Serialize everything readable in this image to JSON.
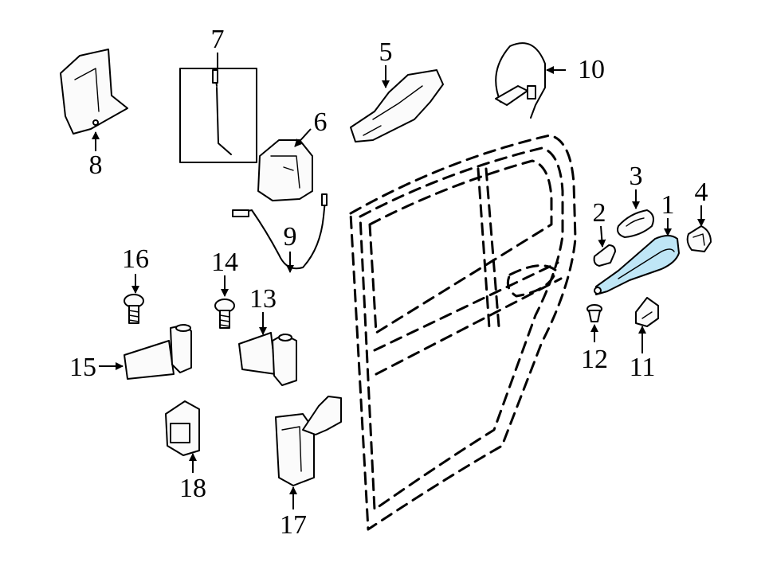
{
  "callouts": {
    "c1": "1",
    "c2": "2",
    "c3": "3",
    "c4": "4",
    "c5": "5",
    "c6": "6",
    "c7": "7",
    "c8": "8",
    "c9": "9",
    "c10": "10",
    "c11": "11",
    "c12": "12",
    "c13": "13",
    "c14": "14",
    "c15": "15",
    "c16": "16",
    "c17": "17",
    "c18": "18"
  },
  "colors": {
    "highlight": "#bfe6f6",
    "line": "#000000",
    "background": "#ffffff"
  }
}
